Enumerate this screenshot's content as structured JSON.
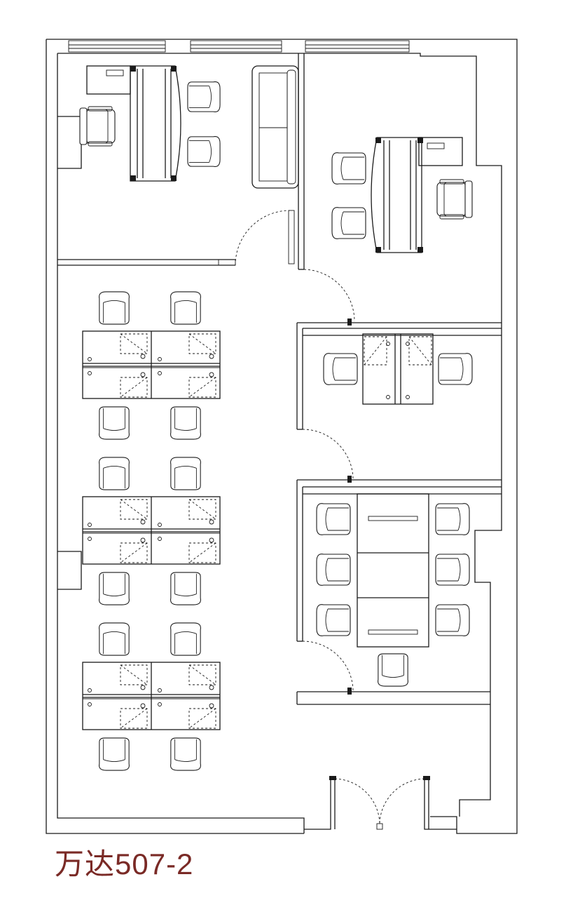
{
  "caption": {
    "text": "万达507-2"
  },
  "colors": {
    "caption": "#7a2a26",
    "line": "#1a1a1a",
    "background": "#ffffff"
  },
  "rooms": [
    {
      "id": "office-top-left",
      "furniture": [
        "desk",
        "office-chair",
        "guest-chair",
        "guest-chair",
        "sofa"
      ]
    },
    {
      "id": "office-top-right",
      "furniture": [
        "desk",
        "office-chair",
        "guest-chair",
        "guest-chair"
      ]
    },
    {
      "id": "small-meeting-room",
      "furniture": [
        "table",
        "chair",
        "chair"
      ]
    },
    {
      "id": "meeting-room",
      "furniture": [
        "conference-table",
        "chair",
        "chair",
        "chair",
        "chair",
        "chair",
        "chair",
        "chair"
      ]
    },
    {
      "id": "open-office",
      "furniture": [
        "workstation-cluster",
        "workstation-cluster",
        "workstation-cluster"
      ]
    }
  ]
}
